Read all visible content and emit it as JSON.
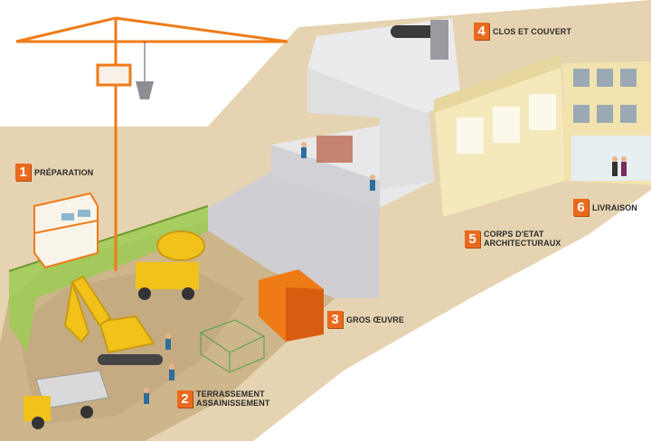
{
  "colors": {
    "background": "#ffffff",
    "ground": "#e6d3b1",
    "excavation": "#cdb58c",
    "accent": "#ea6a1d",
    "crane": "#ef7b17",
    "excavator": "#f2c21b",
    "building_grey": "#dfdfe1",
    "building_cream": "#f5e9bc",
    "fence": "#9ccb54",
    "label_text": "#2b2b2b"
  },
  "steps": [
    {
      "number": "1",
      "lines": [
        "PRÉPARATION"
      ],
      "icon": "site-office-icon"
    },
    {
      "number": "2",
      "lines": [
        "TERRASSEMENT",
        "ASSAINISSEMENT"
      ],
      "icon": "excavator-icon"
    },
    {
      "number": "3",
      "lines": [
        "GROS ŒUVRE"
      ],
      "icon": "formwork-icon"
    },
    {
      "number": "4",
      "lines": [
        "CLOS ET COUVERT"
      ],
      "icon": "roof-icon"
    },
    {
      "number": "5",
      "lines": [
        "CORPS D'ETAT",
        "ARCHITECTURAUX"
      ],
      "icon": "interior-works-icon"
    },
    {
      "number": "6",
      "lines": [
        "LIVRAISON"
      ],
      "icon": "handshake-icon"
    }
  ]
}
